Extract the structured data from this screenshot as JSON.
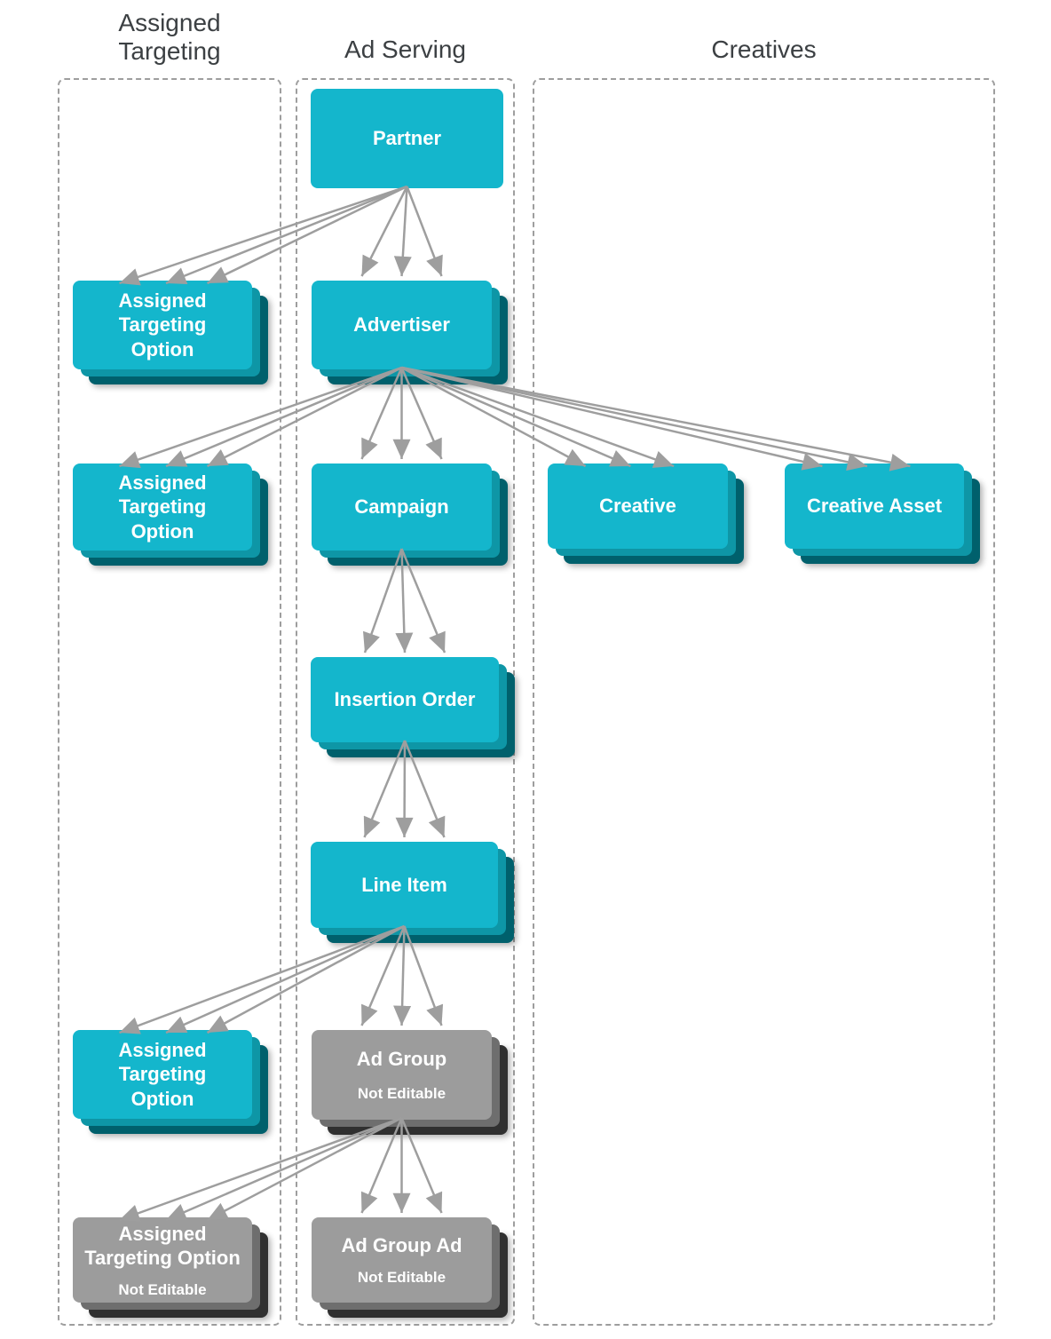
{
  "columns": [
    {
      "title": "Assigned Targeting"
    },
    {
      "title": "Ad Serving"
    },
    {
      "title": "Creatives"
    }
  ],
  "nodes": {
    "partner": {
      "label": "Partner",
      "style": "cyan"
    },
    "ato1": {
      "label": "Assigned Targeting Option",
      "style": "cyan"
    },
    "advertiser": {
      "label": "Advertiser",
      "style": "cyan"
    },
    "ato2": {
      "label": "Assigned Targeting Option",
      "style": "cyan"
    },
    "campaign": {
      "label": "Campaign",
      "style": "cyan"
    },
    "creative": {
      "label": "Creative",
      "style": "cyan"
    },
    "creative_asset": {
      "label": "Creative Asset",
      "style": "cyan"
    },
    "insertion_order": {
      "label": "Insertion Order",
      "style": "cyan"
    },
    "line_item": {
      "label": "Line Item",
      "style": "cyan"
    },
    "ato3": {
      "label": "Assigned Targeting Option",
      "style": "cyan"
    },
    "ad_group": {
      "label": "Ad Group",
      "sublabel": "Not Editable",
      "style": "gray"
    },
    "ato4": {
      "label": "Assigned Targeting Option",
      "sublabel": "Not Editable",
      "style": "gray"
    },
    "ad_group_ad": {
      "label": "Ad Group Ad",
      "sublabel": "Not Editable",
      "style": "gray"
    }
  },
  "edges": [
    {
      "from": "partner",
      "to": "ato1"
    },
    {
      "from": "partner",
      "to": "advertiser"
    },
    {
      "from": "advertiser",
      "to": "ato2"
    },
    {
      "from": "advertiser",
      "to": "campaign"
    },
    {
      "from": "advertiser",
      "to": "creative"
    },
    {
      "from": "advertiser",
      "to": "creative_asset"
    },
    {
      "from": "campaign",
      "to": "insertion_order"
    },
    {
      "from": "insertion_order",
      "to": "line_item"
    },
    {
      "from": "line_item",
      "to": "ato3"
    },
    {
      "from": "line_item",
      "to": "ad_group"
    },
    {
      "from": "ad_group",
      "to": "ato4"
    },
    {
      "from": "ad_group",
      "to": "ad_group_ad"
    }
  ],
  "colors": {
    "box_cyan": "#14b6cc",
    "box_cyan_shadow1": "#0e96a6",
    "box_cyan_shadow2": "#00606c",
    "box_gray": "#9c9c9c",
    "box_gray_shadow1": "#6e6e6e",
    "box_gray_shadow2": "#303030",
    "arrow": "#9e9e9e",
    "container_border": "#9e9e9e",
    "title_text": "#3c4043",
    "box_text": "#ffffff"
  }
}
